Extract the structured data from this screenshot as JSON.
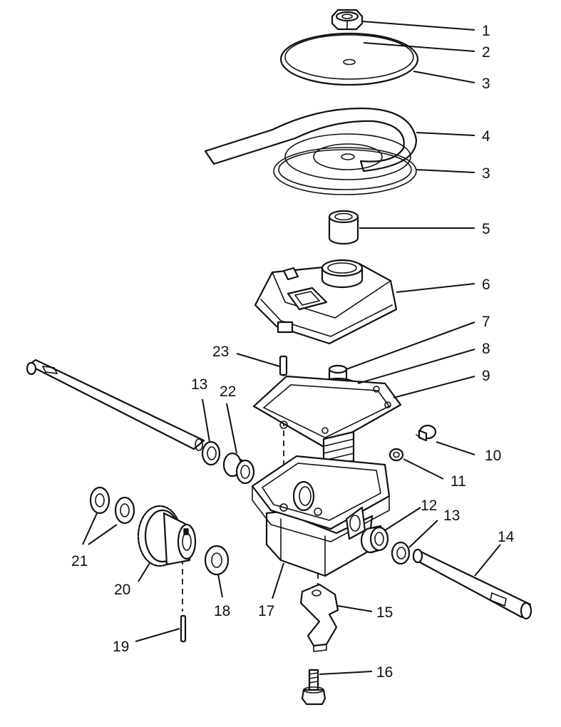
{
  "callouts": {
    "c1": "1",
    "c2": "2",
    "c3a": "3",
    "c4": "4",
    "c3b": "3",
    "c5": "5",
    "c6": "6",
    "c7": "7",
    "c8": "8",
    "c9": "9",
    "c10": "10",
    "c11": "11",
    "c12": "12",
    "c13a": "13",
    "c13b": "13",
    "c14": "14",
    "c15": "15",
    "c16": "16",
    "c17": "17",
    "c18": "18",
    "c19": "19",
    "c20": "20",
    "c21": "21",
    "c22": "22",
    "c23": "23"
  }
}
